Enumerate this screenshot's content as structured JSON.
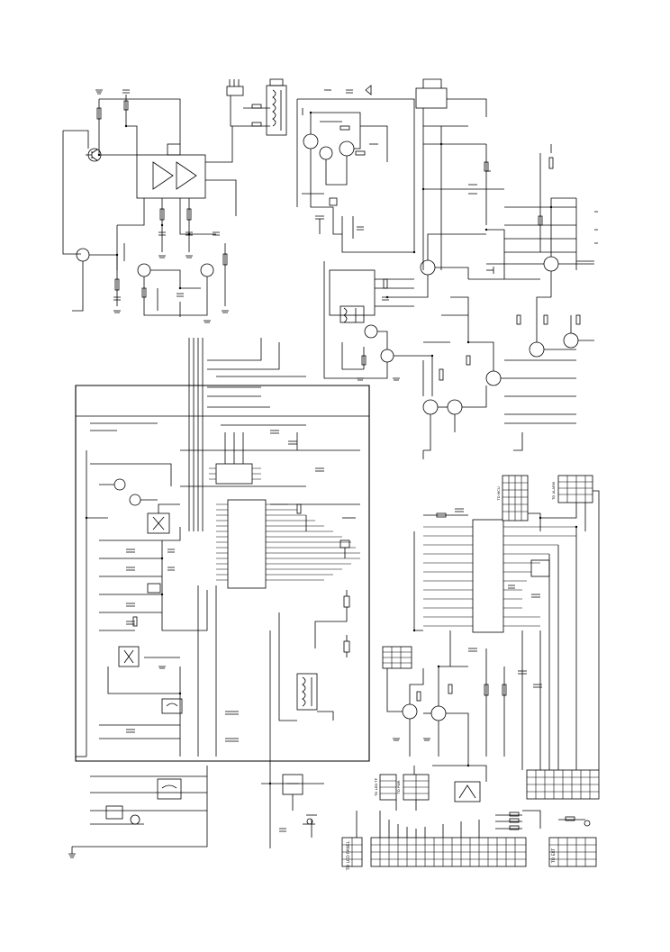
{
  "schematic": {
    "labels": {
      "to_lcd_panel": "TO LCD PANEL",
      "to_mcu": "TO MCU",
      "to_led_tp": "TO LED TP",
      "to_pwr": "TO PWR",
      "to_alarm": "TO ALARM",
      "to_ext": "TO EXT"
    }
  }
}
